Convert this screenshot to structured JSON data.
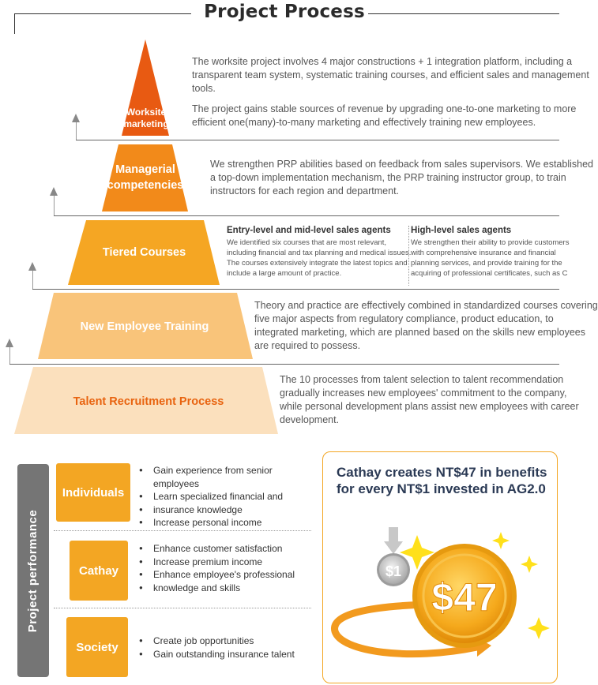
{
  "title": "Project Process",
  "tiers": [
    {
      "label": "Worksite marketing",
      "label_lines": [
        "Worksite",
        "marketing"
      ],
      "desc_lines": [
        "The worksite project involves 4 major constructions + 1 integration platform, including a",
        "transparent team system, systematic training courses, and efficient sales and management",
        "tools.",
        "The project gains stable sources of revenue by upgrading one-to-one marketing to more",
        "efficient one(many)-to-many marketing and effectively training new employees."
      ],
      "color": "#e85a12"
    },
    {
      "label": "Managerial competencies",
      "label_lines": [
        "Managerial",
        "competencies"
      ],
      "desc_lines": [
        "We strengthen PRP abilities based on feedback from sales supervisors. We established",
        "a top-down implementation mechanism, the PRP training instructor group, to train",
        "instructors for each region and department."
      ],
      "color": "#f28a1a"
    },
    {
      "label": "Tiered Courses",
      "color": "#f5a623",
      "left_head": "Entry-level and mid-level sales agents",
      "left_lines": [
        "We identified six courses that are most relevant,",
        "including financial and tax planning and medical issues.",
        "The courses extensively integrate the latest topics and",
        "include a large amount of practice."
      ],
      "right_head": "High-level sales agents",
      "right_lines": [
        "We strengthen their ability to provide customers",
        "with comprehensive insurance and financial",
        "planning services, and provide training for the",
        "acquiring of professional certificates, such as C"
      ]
    },
    {
      "label": "New Employee Training",
      "desc_lines": [
        "Theory and practice are effectively combined in standardized courses covering",
        "five major aspects from regulatory compliance, product education, to",
        "integrated marketing, which are planned based on the skills new employees",
        "are required to possess."
      ],
      "color": "#f9c47a"
    },
    {
      "label": "Talent Recruitment Process",
      "desc_lines": [
        "The 10 processes from talent selection to talent recommendation",
        "gradually increases new employees' commitment to the company,",
        "while personal development plans assist new employees with career",
        "development."
      ],
      "color": "#fbe0bd",
      "label_color": "#e8630f"
    }
  ],
  "performance": {
    "side_label": "Project performance",
    "groups": [
      {
        "name": "Individuals",
        "items": [
          "Gain experience from senior employees",
          "Learn specialized financial and",
          "insurance knowledge",
          "Increase personal income"
        ]
      },
      {
        "name": "Cathay",
        "items": [
          "Enhance customer satisfaction",
          "Increase premium income",
          "Enhance employee's professional",
          "knowledge and skills"
        ]
      },
      {
        "name": "Society",
        "items": [
          "Create job opportunities",
          "Gain outstanding insurance talent"
        ]
      }
    ]
  },
  "benefit": {
    "title_lines": [
      "Cathay creates NT$47 in benefits",
      "for every NT$1 invested in AG2.0"
    ],
    "small_coin": "$1",
    "big_coin": "$47"
  }
}
